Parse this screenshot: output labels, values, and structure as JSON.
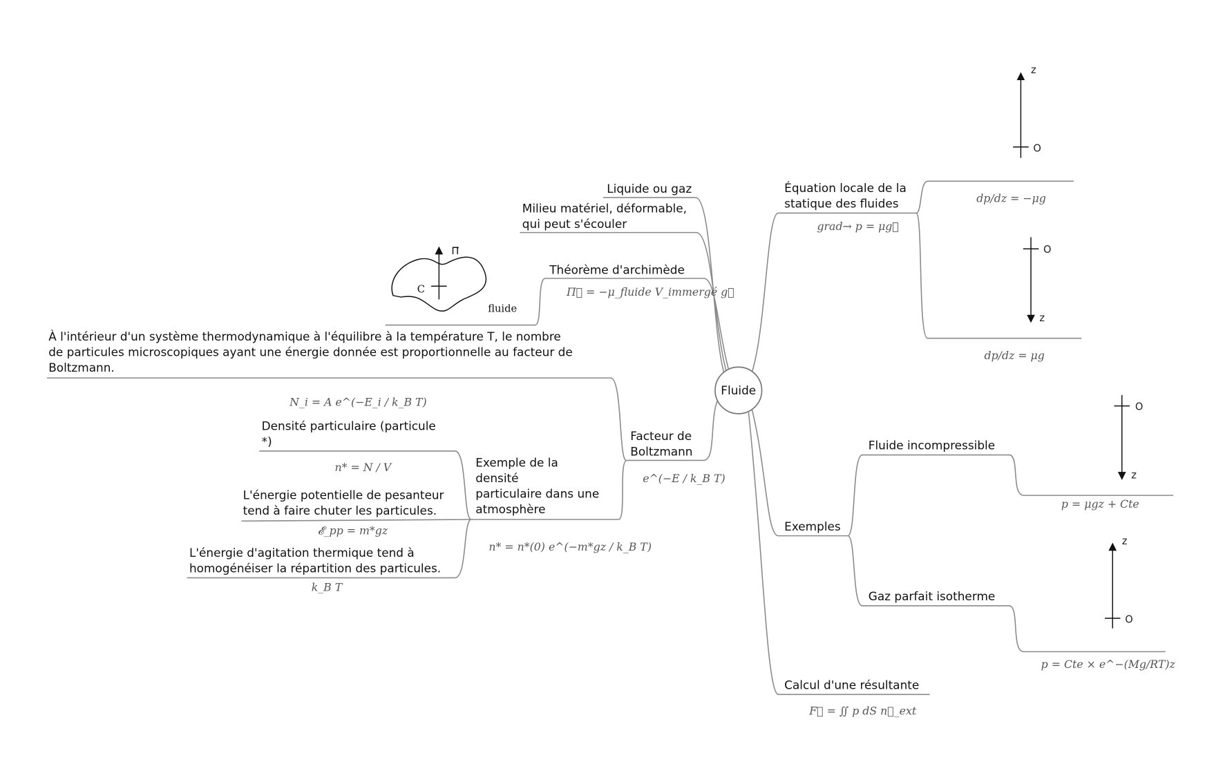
{
  "center": {
    "label": "Fluide"
  },
  "left": {
    "liquide": {
      "label": "Liquide ou gaz"
    },
    "milieu": {
      "lines": [
        "Milieu matériel, déformable,",
        "qui peut s'écouler"
      ]
    },
    "archimede": {
      "label": "Théorème d'archimède",
      "formula": "Π⃗ = −μ_fluide V_immergé g⃗",
      "figure": {
        "vector": "Π⃗",
        "center": "C",
        "caption": "fluide"
      }
    },
    "boltzmann": {
      "lines": [
        "Facteur de",
        "Boltzmann"
      ],
      "formula": "e^(−E / k_B T)",
      "statement": {
        "lines": [
          "À l'intérieur d'un système thermodynamique à l'équilibre à la température T, le nombre",
          "de particules microscopiques ayant une énergie donnée est proportionnelle au facteur de",
          "Boltzmann."
        ],
        "formula": "N_i = A e^(−E_i / k_B T)"
      },
      "exemple": {
        "lines": [
          "Exemple de la",
          "densité",
          "particulaire dans une",
          "atmosphère"
        ],
        "formula": "n* = n*(0) e^(−m*gz / k_B T)",
        "children": [
          {
            "lines": [
              "Densité particulaire (particule",
              "*)"
            ],
            "formula": "n* = N / V"
          },
          {
            "lines": [
              "L'énergie potentielle de pesanteur",
              "tend à faire chuter les particules."
            ],
            "formula": "𝓔_pp = m*gz"
          },
          {
            "lines": [
              "L'énergie d'agitation thermique tend à",
              "homogénéiser la répartition des particules."
            ],
            "formula": "k_B T"
          }
        ]
      }
    }
  },
  "right": {
    "equation": {
      "lines": [
        "Équation locale de la",
        "statique des fluides"
      ],
      "formula": "grad→ p = μg⃗",
      "children": [
        {
          "formula": "dp/dz = −μg",
          "axis": {
            "z": "z",
            "o": "O",
            "direction": "up"
          }
        },
        {
          "formula": "dp/dz = μg",
          "axis": {
            "z": "z",
            "o": "O",
            "direction": "down"
          }
        }
      ]
    },
    "exemples": {
      "label": "Exemples",
      "children": [
        {
          "label": "Fluide incompressible",
          "formula": "p = μgz + Cte",
          "axis": {
            "z": "z",
            "o": "O",
            "direction": "down"
          }
        },
        {
          "label": "Gaz parfait isotherme",
          "formula": "p = Cte × e^−(Mg/RT)z",
          "axis": {
            "z": "z",
            "o": "O",
            "direction": "up"
          }
        }
      ]
    },
    "resultante": {
      "label": "Calcul d'une résultante",
      "formula": "F⃗ = ∬ p dS n⃗_ext"
    }
  }
}
